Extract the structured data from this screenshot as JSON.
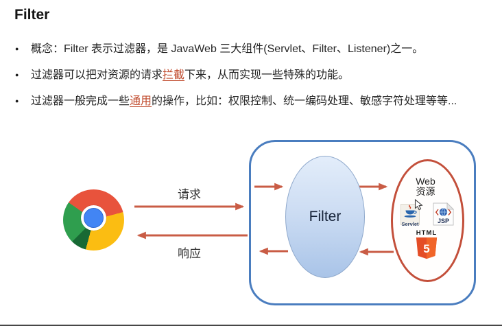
{
  "title": "Filter",
  "bullets": [
    {
      "pre": "概念：Filter 表示过滤器，是 JavaWeb 三大组件(Servlet、Filter、Listener)之一。",
      "highlight": "",
      "post": ""
    },
    {
      "pre": "过滤器可以把对资源的请求",
      "highlight": "拦截",
      "post": "下来，从而实现一些特殊的功能。"
    },
    {
      "pre": "过滤器一般完成一些",
      "highlight": "通用",
      "post": "的操作，比如：权限控制、统一编码处理、敏感字符处理等等..."
    }
  ],
  "diagram": {
    "request_label": "请求",
    "response_label": "响应",
    "filter_label": "Filter",
    "web_resource_line1": "Web",
    "web_resource_line2": "资源",
    "servlet_label": "Servlet",
    "jsp_label": "JSP",
    "html_label": "HTML",
    "html5_digit": "5"
  },
  "colors": {
    "container_border": "#4a7dbf",
    "resource_ellipse_border": "#c34f3a",
    "arrow": "#c95c45",
    "highlight_text": "#c0492b",
    "filter_fill_top": "#e3edfa",
    "filter_fill_bottom": "#a9c4e8",
    "chrome_red": "#e8533c",
    "chrome_yellow": "#fbbd12",
    "chrome_green": "#2f9e4e",
    "chrome_blue": "#4285f4",
    "html5_orange_left": "#e44d26",
    "html5_orange_right": "#f16529"
  }
}
